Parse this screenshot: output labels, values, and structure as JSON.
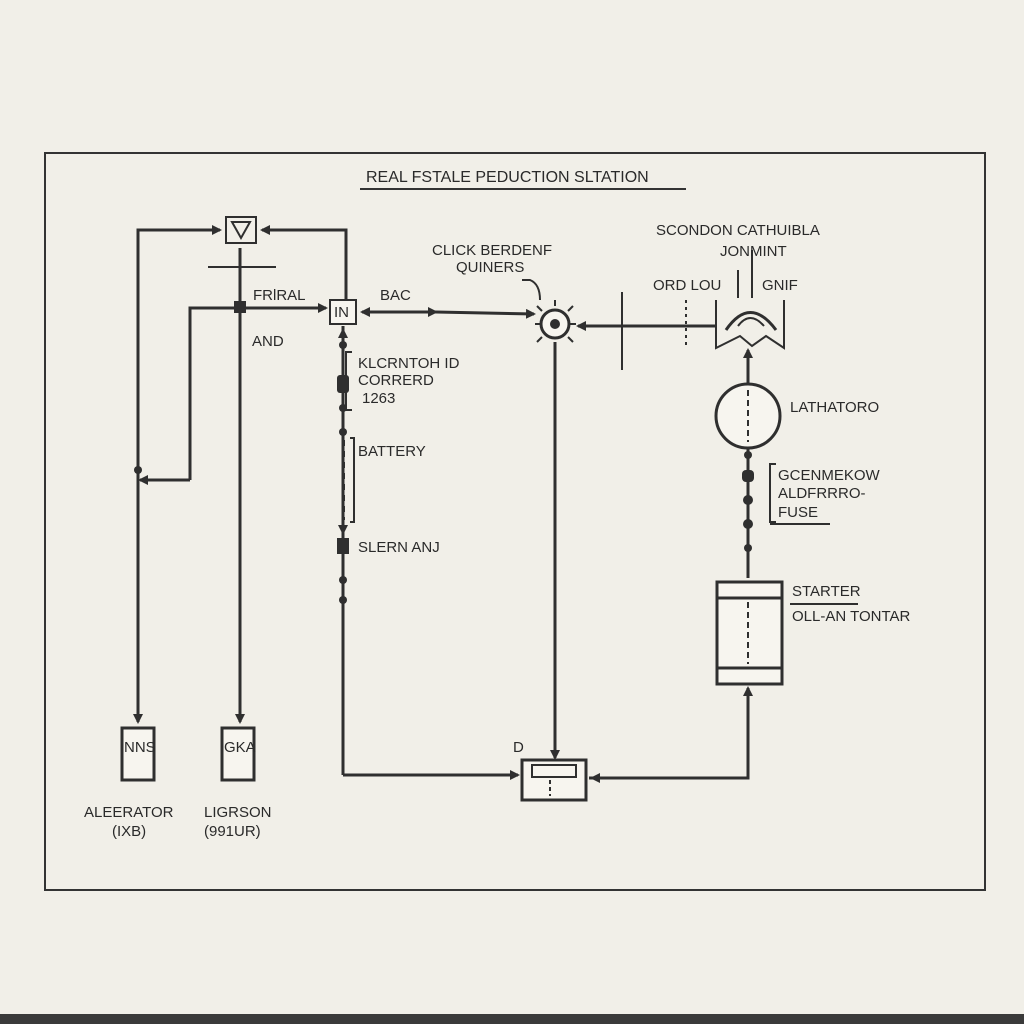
{
  "diagram": {
    "title": "REAL FSTALE PEDUCTION SLTATION",
    "labels": {
      "frlral": "FRlRAL",
      "bac": "BAC",
      "and": "AND",
      "in_box": "IN",
      "click_line1": "CLICK BERDENF",
      "click_line2": "QUINERS",
      "scondon_line1": "SCONDON CATHUIBLA",
      "scondon_line2": "JONMINT",
      "ord_lou": "ORD LOU",
      "gnif": "GNIF",
      "klcrntoh_line1": "KLCRNTOH ID",
      "klcrntoh_line2": "CORRERD",
      "klcrntoh_line3": "1263",
      "battery": "BATTERY",
      "slern": "SLERN ANJ",
      "lathatoro": "LATHATORO",
      "fuse_line1": "GCENMEKOW",
      "fuse_line2": "ALDFRRRO-",
      "fuse_line3": "FUSE",
      "starter": "STARTER",
      "oll_an": "OLL-AN TONTAR",
      "d": "D",
      "alerator_line1": "ALEERATOR",
      "alerator_line2": "(IXB)",
      "ligrson_line1": "LIGRSON",
      "ligrson_line2": "(991UR)",
      "box_left_text": "NNS",
      "box_mid_text": "GKA"
    }
  }
}
